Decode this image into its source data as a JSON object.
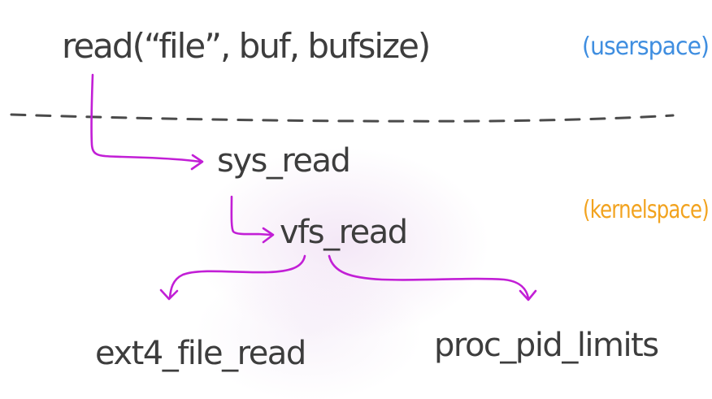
{
  "call": {
    "text": "read(“file”, buf, bufsize)"
  },
  "regions": {
    "userspace": "(userspace)",
    "kernelspace": "(kernelspace)"
  },
  "functions": {
    "sys_read": "sys_read",
    "vfs_read": "vfs_read",
    "ext4_file_read": "ext4_file_read",
    "proc_pid_limits": "proc_pid_limits"
  },
  "colors": {
    "text": "#3d3d3d",
    "arrow": "#c21fd6",
    "divider": "#4a4a4a",
    "userspace": "#3f8ee0",
    "kernelspace": "#f2a31f"
  }
}
